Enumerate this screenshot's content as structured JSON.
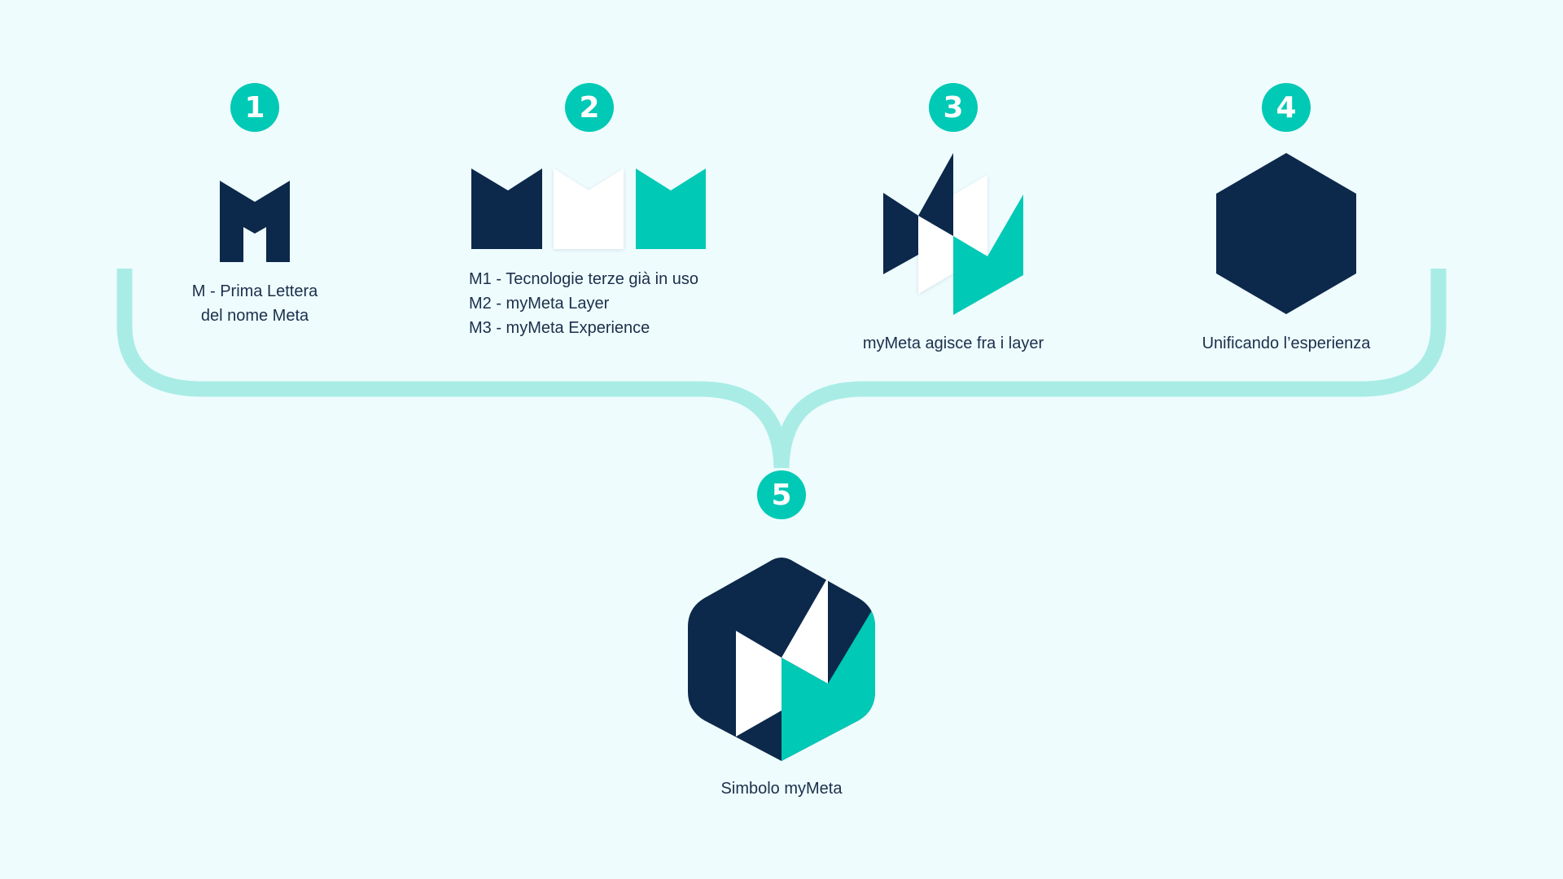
{
  "colors": {
    "background": "#eefcfe",
    "navy": "#0c284a",
    "teal": "#00c9b5",
    "white": "#ffffff",
    "connector": "#a9ece6",
    "text": "#1c2f4a"
  },
  "steps": [
    {
      "number": "1",
      "icon": "m-letter-icon",
      "caption_lines": [
        "M - Prima Lettera",
        "del nome Meta"
      ]
    },
    {
      "number": "2",
      "icon": "m-layers-icon",
      "caption_lines": [
        "M1 - Tecnologie terze già in uso",
        "M2 - myMeta Layer",
        "M3 - myMeta Experience"
      ]
    },
    {
      "number": "3",
      "icon": "interleaved-layers-icon",
      "caption_lines": [
        "myMeta agisce fra i layer"
      ]
    },
    {
      "number": "4",
      "icon": "hexagon-icon",
      "caption_lines": [
        "Unificando l’esperienza"
      ]
    },
    {
      "number": "5",
      "icon": "mymeta-symbol-icon",
      "caption_lines": [
        "Simbolo myMeta"
      ]
    }
  ]
}
